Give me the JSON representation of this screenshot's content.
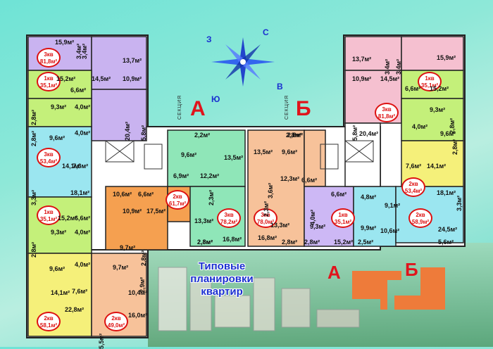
{
  "compass": {
    "n": "С",
    "s": "Ю",
    "w": "З",
    "e": "В"
  },
  "sections": {
    "a_letter": "А",
    "b_letter": "Б",
    "section_word": "СЕКЦИЯ"
  },
  "legend": {
    "a": "А",
    "b": "Б"
  },
  "title_lines": [
    "Типовые",
    "планировки",
    "квартир"
  ],
  "colors": {
    "purple": "#c9b3f0",
    "green": "#c4f07a",
    "lightblue": "#9be6f0",
    "mint": "#8fe6b8",
    "orange": "#f5a050",
    "peach": "#f7c29a",
    "yellow": "#f5f07a",
    "pink": "#f5c0d0",
    "lilac": "#cdb8f5",
    "corridor": "#ffffff",
    "logo": "#ee7b3a"
  },
  "apartments": [
    {
      "id": "a1",
      "line1": "3кв",
      "line2": "81,8м²"
    },
    {
      "id": "a2",
      "line1": "1кв",
      "line2": "35,1м²"
    },
    {
      "id": "a3",
      "line1": "3кв",
      "line2": "53,4м²"
    },
    {
      "id": "a4",
      "line1": "1кв",
      "line2": "35,1м²"
    },
    {
      "id": "a5",
      "line1": "2кв",
      "line2": "58,1м²"
    },
    {
      "id": "a6",
      "line1": "2кв",
      "line2": "49,0м²"
    },
    {
      "id": "a7",
      "line1": "2кв",
      "line2": "61,7м²"
    },
    {
      "id": "a8",
      "line1": "3кв",
      "line2": "78,2м²"
    },
    {
      "id": "a9",
      "line1": "3кв",
      "line2": "78,0м²"
    },
    {
      "id": "a10",
      "line1": "1кв",
      "line2": "35,1м²"
    },
    {
      "id": "a11",
      "line1": "3кв",
      "line2": "81,8м²"
    },
    {
      "id": "a12",
      "line1": "1кв",
      "line2": "35,1м²"
    },
    {
      "id": "a13",
      "line1": "2кв",
      "line2": "53,4м²"
    },
    {
      "id": "a14",
      "line1": "2кв",
      "line2": "58,9м²"
    }
  ],
  "labels": [
    "15,9м²",
    "3,4м²",
    "3,4м²",
    "13,7м²",
    "14,5м²",
    "10,9м²",
    "15,2м²",
    "6,6м²",
    "9,3м²",
    "4,0м²",
    "2,8м²",
    "2,8м²",
    "9,6м²",
    "4,0м²",
    "20,4м²",
    "5,8м²",
    "14,1м²",
    "7,6м²",
    "18,1м²",
    "3,3м²",
    "15,2м²",
    "6,6м²",
    "9,3м²",
    "4,0м²",
    "2,8м²",
    "9,6м²",
    "4,0м²",
    "14,1м²",
    "7,6м²",
    "22,8м²",
    "10,6м²",
    "6,6м²",
    "10,9м²",
    "17,5м²",
    "9,7м²",
    "2,8м²",
    "9,7м²",
    "2,9м²",
    "10,4м²",
    "16,0м²",
    "5,5м²",
    "2,8м²",
    "9,6м²",
    "13,5м²",
    "6,9м²",
    "12,2м²",
    "2,3м²",
    "13,3м²",
    "16,8м²",
    "2,8м²",
    "13,5м²",
    "9,6м²",
    "2,8м²",
    "12,3м²",
    "6,6м²",
    "3,6м²",
    "2,3м²",
    "13,3м²",
    "16,8м²",
    "2,8м²",
    "2,8м²",
    "6,6м²",
    "4,0м²",
    "9,3м²",
    "15,2м²",
    "4,8м²",
    "9,1м²",
    "9,9м²",
    "10,6м²",
    "24,5м²",
    "2,5м²",
    "5,6м²",
    "13,7м²",
    "3,4м²",
    "3,4м²",
    "15,9м²",
    "10,9м²",
    "14,5м²",
    "6,6м²",
    "15,2м²",
    "5,8м²",
    "20,4м²",
    "9,3м²",
    "2,8м²",
    "4,0м²",
    "9,6м²",
    "7,6м²",
    "14,1м²",
    "18,1м²",
    "3,3м²",
    "2,8м²",
    "2,2м²",
    "2,8м²"
  ]
}
